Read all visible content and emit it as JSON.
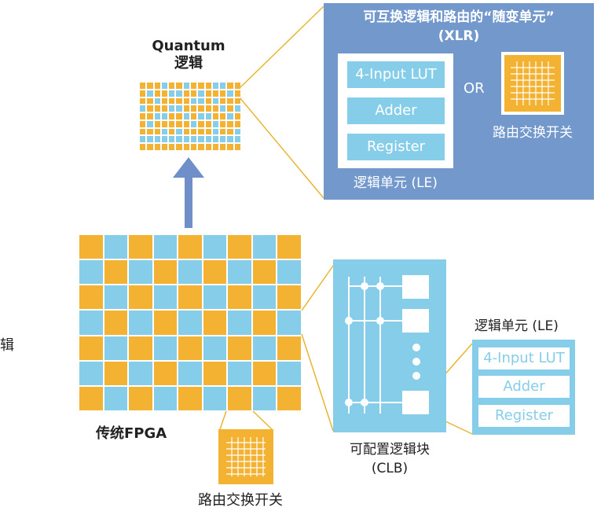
{
  "colors": {
    "orange": "#f4b233",
    "blue": "#86cde9",
    "panel_blue": "#7298cc",
    "line": "#e9b431",
    "arrow": "#6f8fc8"
  },
  "left_cut_text": "辑",
  "quantum": {
    "title_line1": "Quantum",
    "title_line2": "逻辑"
  },
  "xlr": {
    "title_line1": "可互换逻辑和路由的“随变单元”",
    "title_line2": "(XLR)",
    "le_items": [
      "4-Input LUT",
      "Adder",
      "Register"
    ],
    "le_caption": "逻辑单元 (LE)",
    "or_label": "OR",
    "switch_caption": "路由交换开关"
  },
  "fpga": {
    "label": "传统FPGA"
  },
  "routing_switch": {
    "label": "路由交换开关"
  },
  "clb": {
    "label_line1": "可配置逻辑块",
    "label_line2": "(CLB)"
  },
  "le_right": {
    "caption": "逻辑单元 (LE)",
    "items": [
      "4-Input LUT",
      "Adder",
      "Register"
    ]
  }
}
